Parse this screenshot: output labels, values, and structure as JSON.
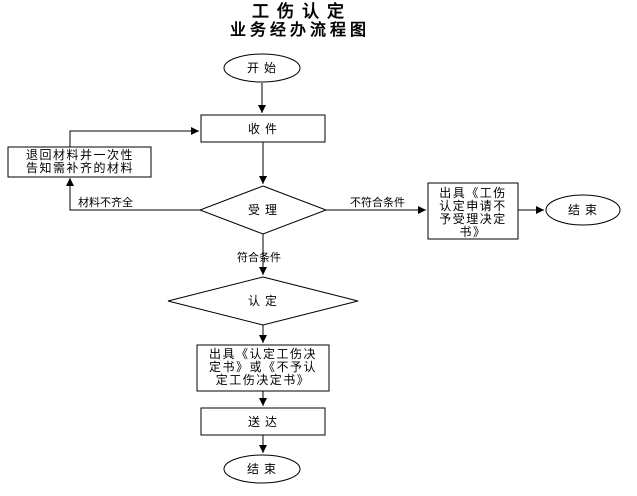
{
  "title": {
    "line1": "工伤认定",
    "line2": "业务经办流程图"
  },
  "nodes": {
    "start": {
      "label": "开始"
    },
    "receive": {
      "label": "收件"
    },
    "return_materials": {
      "line1": "退回材料并一次性",
      "line2": "告知需补齐的材料"
    },
    "accept": {
      "label": "受理"
    },
    "rejection_notice": {
      "line1": "出具《工伤",
      "line2": "认定申请不",
      "line3": "予受理决定",
      "line4": "书》"
    },
    "end_right": {
      "label": "结束"
    },
    "determine": {
      "label": "认定"
    },
    "issue_decision": {
      "line1": "出具《认定工伤决",
      "line2": "定书》或《不予认",
      "line3": "定工伤决定书》"
    },
    "deliver": {
      "label": "送达"
    },
    "end_bottom": {
      "label": "结束"
    }
  },
  "edge_labels": {
    "materials_incomplete": "材料不齐全",
    "not_meet_conditions": "不符合条件",
    "meet_conditions": "符合条件"
  },
  "colors": {
    "stroke": "#000000",
    "fill": "#ffffff",
    "text": "#000000"
  }
}
